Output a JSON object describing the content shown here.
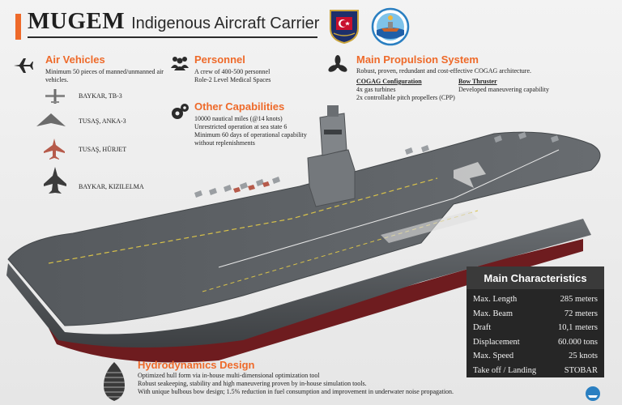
{
  "header": {
    "title_main": "MUGEM",
    "title_sub": "Indigenous Aircraft Carrier"
  },
  "air_vehicles": {
    "title": "Air Vehicles",
    "text": "Minimum 50 pieces of manned/unmanned air vehicles.",
    "items": [
      {
        "label": "BAYKAR, TB-3"
      },
      {
        "label": "TUSAŞ, ANKA-3"
      },
      {
        "label": "TUSAŞ, HÜRJET"
      },
      {
        "label": "BAYKAR, KIZILELMA"
      }
    ]
  },
  "personnel": {
    "title": "Personnel",
    "line1": "A crew of 400-500 personnel",
    "line2": "Role-2 Level Medical Spaces"
  },
  "other_capabilities": {
    "title": "Other Capabilities",
    "line1": "10000 nautical miles (@14 knots)",
    "line2": "Unrestricted operation at sea state 6",
    "line3": "Minimum 60 days of operational capability",
    "line4": "without replenishments"
  },
  "propulsion": {
    "title": "Main Propulsion System",
    "text": "Robust, proven, redundant and cost-effective COGAG architecture.",
    "cogag_title": "COGAG Configuration",
    "cogag_line1": "4x gas turbines",
    "cogag_line2": "2x controllable pitch propellers (CPP)",
    "bow_title": "Bow Thruster",
    "bow_line1": "Developed maneuvering capability"
  },
  "hydrodynamics": {
    "title": "Hydrodynamics Design",
    "line1": "Optimized hull form via in-house multi-dimensional optimization tool",
    "line2": "Robust seakeeping, stability and high maneuvering proven by in-house simulation tools.",
    "line3": "With unique bulbous bow design; 1.5% reduction in fuel consumption and improvement in underwater noise propagation."
  },
  "characteristics": {
    "title": "Main Characteristics",
    "rows": [
      {
        "label": "Max. Length",
        "value": "285 meters"
      },
      {
        "label": "Max. Beam",
        "value": "72 meters"
      },
      {
        "label": "Draft",
        "value": "10,1 meters"
      },
      {
        "label": "Displacement",
        "value": "60.000 tons"
      },
      {
        "label": "Max. Speed",
        "value": "25 knots"
      },
      {
        "label": "Take off / Landing",
        "value": "STOBAR"
      }
    ]
  },
  "colors": {
    "accent": "#ee6a2a",
    "panel": "#262626",
    "hull": "#5a5d60",
    "keel": "#6e1c1f"
  }
}
